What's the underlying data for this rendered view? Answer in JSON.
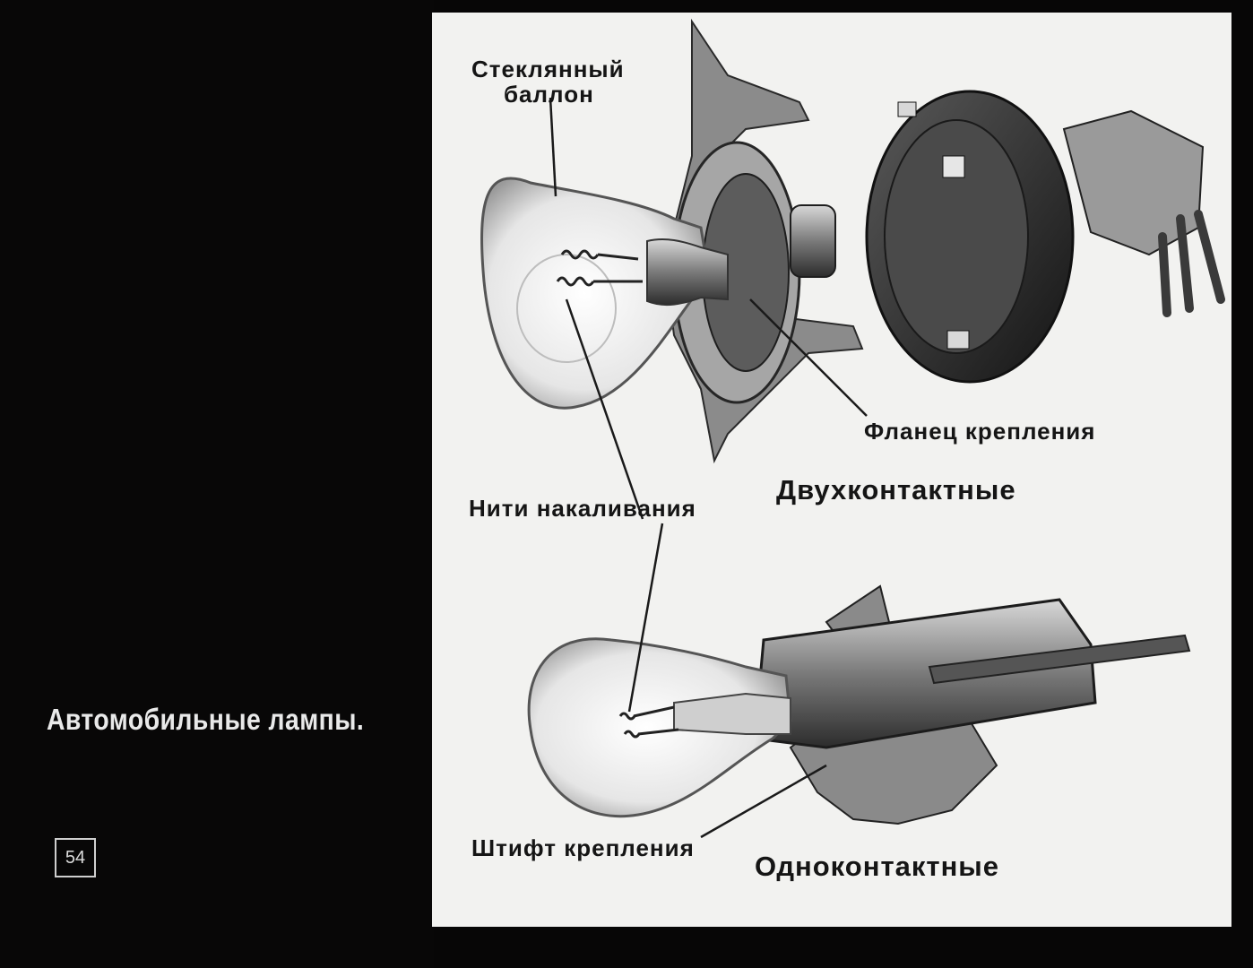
{
  "caption": "Автомобильные лампы.",
  "frame_number": "54",
  "labels": {
    "glass_bulb_line1": "Стеклянный",
    "glass_bulb_line2": "баллон",
    "mounting_flange": "Фланец крепления",
    "filaments": "Нити накаливания",
    "two_contact": "Двухконтактные",
    "mounting_pin": "Штифт крепления",
    "single_contact": "Одноконтактные"
  },
  "colors": {
    "background": "#070606",
    "plate": "#f2f2f0",
    "ink": "#151515"
  }
}
